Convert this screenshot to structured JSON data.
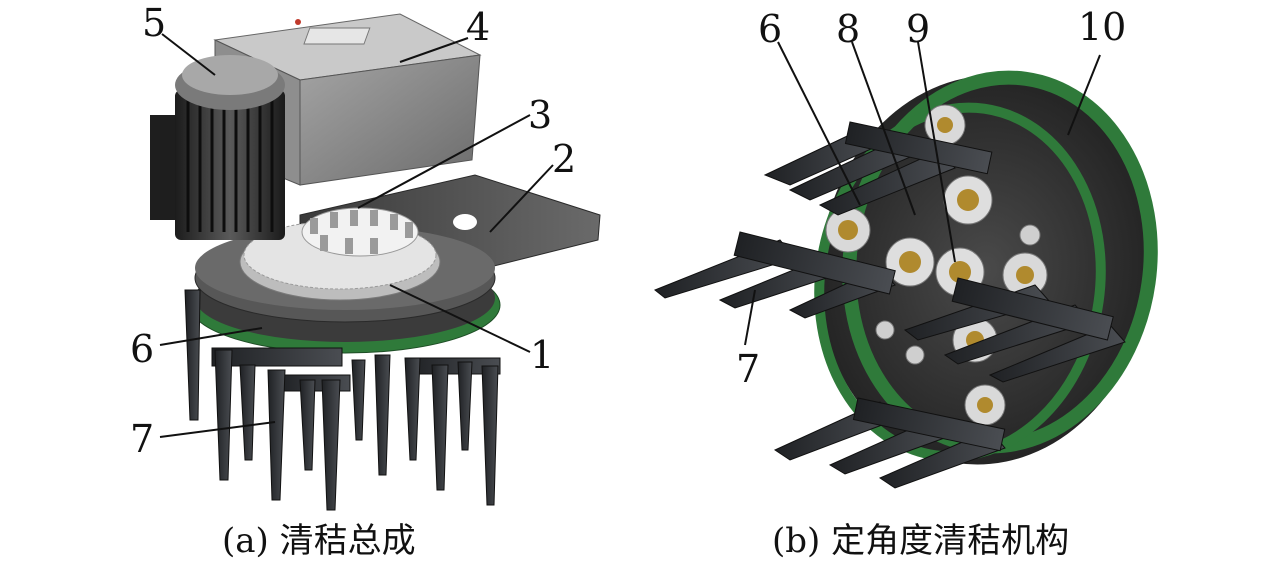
{
  "panel_a": {
    "caption": "(a) 清秸总成",
    "callouts": [
      "1",
      "2",
      "3",
      "4",
      "5",
      "6",
      "7"
    ]
  },
  "panel_b": {
    "caption": "(b) 定角度清秸机构",
    "callouts": [
      "6",
      "7",
      "8",
      "9",
      "10"
    ]
  },
  "colors": {
    "motor": "#2a2a2a",
    "gearbox": "#7d7d7d",
    "plate": "#4a4a4a",
    "green_ring": "#2f7a3a",
    "blade": "#2e3034",
    "gear": "#cfcfcf"
  },
  "icons": [
    "motor-illustration",
    "gearbox-illustration",
    "gear-illustration",
    "blade-illustration",
    "green-ring-illustration"
  ]
}
